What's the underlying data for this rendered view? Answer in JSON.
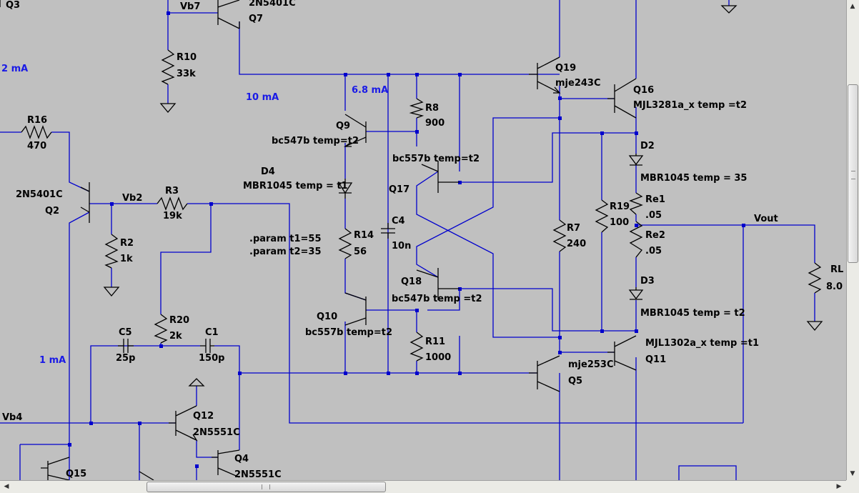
{
  "components": [
    {
      "id": "r10",
      "ref": "R10",
      "value": "33k"
    },
    {
      "id": "r16",
      "ref": "R16",
      "value": "470"
    },
    {
      "id": "r3",
      "ref": "R3",
      "value": "19k"
    },
    {
      "id": "r2",
      "ref": "R2",
      "value": "1k"
    },
    {
      "id": "r20",
      "ref": "R20",
      "value": "2k"
    },
    {
      "id": "r8",
      "ref": "R8",
      "value": "900"
    },
    {
      "id": "r14",
      "ref": "R14",
      "value": "56"
    },
    {
      "id": "r11",
      "ref": "R11",
      "value": "1000"
    },
    {
      "id": "r7",
      "ref": "R7",
      "value": "240"
    },
    {
      "id": "r19",
      "ref": "R19",
      "value": "100"
    },
    {
      "id": "re1",
      "ref": "Re1",
      "value": ".05"
    },
    {
      "id": "re2",
      "ref": "Re2",
      "value": ".05"
    },
    {
      "id": "rl",
      "ref": "RL",
      "value": "8.0"
    },
    {
      "id": "c4",
      "ref": "C4",
      "value": "10n"
    },
    {
      "id": "c5",
      "ref": "C5",
      "value": "25p"
    },
    {
      "id": "c1",
      "ref": "C1",
      "value": "150p"
    },
    {
      "id": "q3",
      "ref": "Q3",
      "value": ""
    },
    {
      "id": "q7",
      "ref": "Q7",
      "value": "2N5401C"
    },
    {
      "id": "q2",
      "ref": "Q2",
      "value": "2N5401C"
    },
    {
      "id": "q9",
      "ref": "Q9",
      "value": "bc547b temp=t2"
    },
    {
      "id": "q17",
      "ref": "Q17",
      "value": "bc557b temp=t2"
    },
    {
      "id": "q10",
      "ref": "Q10",
      "value": "bc557b temp=t2"
    },
    {
      "id": "q18",
      "ref": "Q18",
      "value": "bc547b temp =t2"
    },
    {
      "id": "q19",
      "ref": "Q19",
      "value": "mje243C"
    },
    {
      "id": "q5",
      "ref": "Q5",
      "value": "mje253C"
    },
    {
      "id": "q16",
      "ref": "Q16",
      "value": "MJL3281a_x temp =t2"
    },
    {
      "id": "q11",
      "ref": "Q11",
      "value": "MJL1302a_x temp =t1"
    },
    {
      "id": "q12",
      "ref": "Q12",
      "value": "2N5551C"
    },
    {
      "id": "q4",
      "ref": "Q4",
      "value": "2N5551C"
    },
    {
      "id": "q15",
      "ref": "Q15",
      "value": ""
    },
    {
      "id": "d4",
      "ref": "D4",
      "value": "MBR1045 temp = t1"
    },
    {
      "id": "d2",
      "ref": "D2",
      "value": "MBR1045 temp = 35"
    },
    {
      "id": "d3",
      "ref": "D3",
      "value": "MBR1045 temp = t2"
    }
  ],
  "nets": [
    {
      "id": "vb7",
      "label": "Vb7"
    },
    {
      "id": "vb2",
      "label": "Vb2"
    },
    {
      "id": "vb4",
      "label": "Vb4"
    },
    {
      "id": "vout",
      "label": "Vout"
    }
  ],
  "currents": [
    {
      "id": "i1",
      "label": "2 mA"
    },
    {
      "id": "i2",
      "label": "10 mA"
    },
    {
      "id": "i3",
      "label": "6.8 mA"
    },
    {
      "id": "i4",
      "label": "1 mA"
    }
  ],
  "directives": [
    ".param t1=55",
    ".param t2=35"
  ],
  "colors": {
    "background": "#c0c0c0",
    "wire": "#0000cd",
    "symbol": "#000000",
    "current_label": "#1a1ae6"
  },
  "scrollbars": {
    "up_icon": "▲",
    "down_icon": "▼",
    "left_icon": "◀",
    "right_icon": "▶"
  }
}
